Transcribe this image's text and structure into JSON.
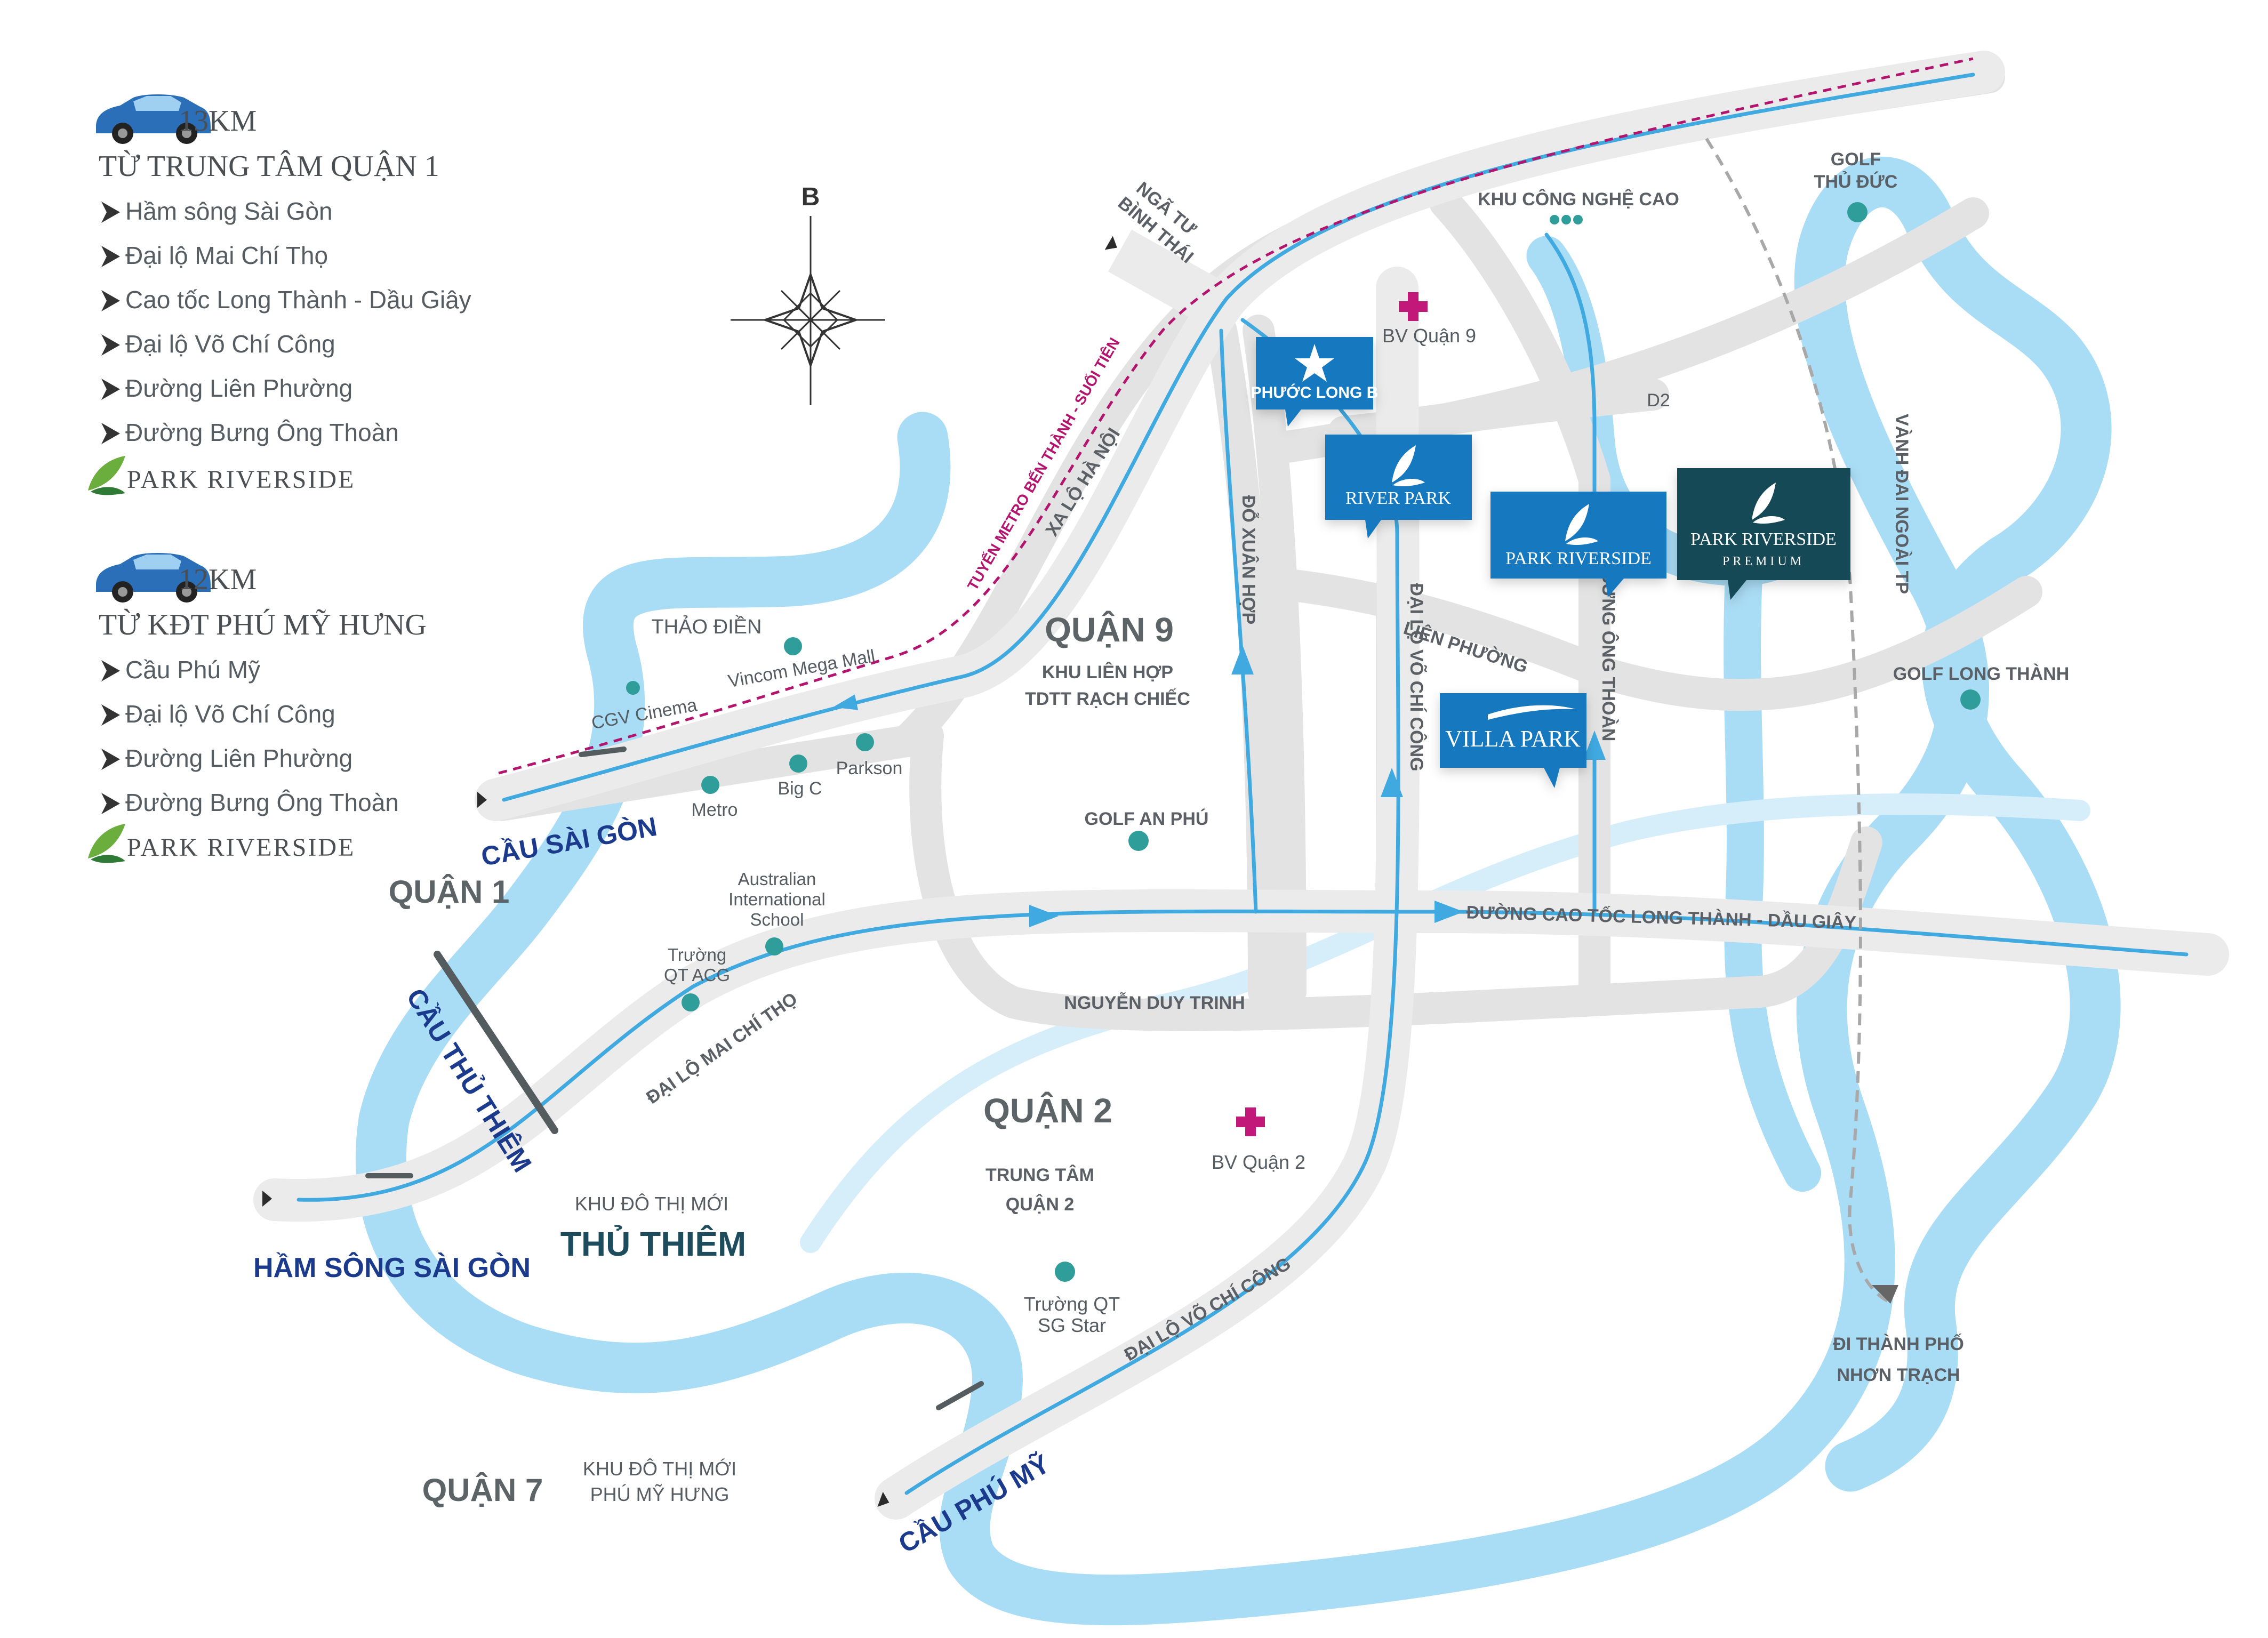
{
  "legend": {
    "group1": {
      "distance": "13KM",
      "title": "TỪ TRUNG TÂM QUẬN 1",
      "items": [
        "Hầm sông Sài Gòn",
        "Đại lộ Mai Chí Thọ",
        "Cao tốc Long Thành - Dầu Giây",
        "Đại lộ Võ Chí Công",
        "Đường Liên Phường",
        "Đường Bưng Ông Thoàn"
      ],
      "destination": "PARK RIVERSIDE"
    },
    "group2": {
      "distance": "12KM",
      "title": "TỪ KĐT PHÚ MỸ HƯNG",
      "items": [
        "Cầu Phú Mỹ",
        "Đại lộ Võ Chí Công",
        "Đường Liên Phường",
        "Đường Bưng Ông Thoàn"
      ],
      "destination": "PARK RIVERSIDE"
    }
  },
  "compass": {
    "north": "B"
  },
  "districts": {
    "q9": "QUẬN 9",
    "q1": "QUẬN 1",
    "q2": "QUẬN 2",
    "q7": "QUẬN 7",
    "thu_thiem": "THỦ THIÊM"
  },
  "bridges": {
    "cau_sai_gon": "CẦU SÀI GÒN",
    "cau_thu_thiem": "CẦU THỦ THIÊM",
    "ham_song": "HẦM SÔNG SÀI GÒN",
    "cau_phu_my": "CẦU PHÚ MỸ"
  },
  "roads": {
    "xa_lo": "XA LỘ HÀ NỘI",
    "metro": "TUYẾN METRO BẾN THÀNH - SUỐI TIÊN",
    "nga_tu": "NGÃ TƯ BÌNH THÁI",
    "do_xuan_hop": "ĐỖ XUÂN HỢP",
    "vo_chi_cong_n": "ĐẠI LỘ VÕ CHÍ CÔNG",
    "lien_phuong": "LIÊN PHƯỜNG",
    "bung_ong_thoan": "BƯNG ÔNG THOÀN",
    "d2": "D2",
    "vanh_dai": "VÀNH ĐAI NGOÀI TP",
    "cao_toc": "ĐƯỜNG CAO TỐC LONG THÀNH - DẦU GIÂY",
    "nguyen_duy_trinh": "NGUYỄN DUY TRINH",
    "mai_chi_tho": "ĐẠI LỘ MAI CHÍ THỌ",
    "vo_chi_cong_s": "ĐẠI LỘ VÕ CHÍ CÔNG"
  },
  "places": {
    "thao_dien": "THẢO ĐIỀN",
    "vincom": "Vincom Mega Mall",
    "cgv": "CGV Cinema",
    "big_c": "Big C",
    "parkson": "Parkson",
    "metro": "Metro",
    "ais1": "Australian",
    "ais2": "International",
    "ais3": "School",
    "acg1": "Trường",
    "acg2": "QT ACG",
    "khu_lien_hop1": "KHU LIÊN HỢP",
    "khu_lien_hop2": "TDTT RẠCH CHIẾC",
    "golf_an_phu": "GOLF AN PHÚ",
    "bv_q9": "BV Quận 9",
    "bv_q2": "BV Quận 2",
    "khu_cong_nghe": "KHU CÔNG NGHỆ CAO",
    "golf_thu_duc1": "GOLF",
    "golf_thu_duc2": "THỦ ĐỨC",
    "golf_long_thanh": "GOLF LONG THÀNH",
    "trung_tam_q2_1": "TRUNG TÂM",
    "trung_tam_q2_2": "QUẬN 2",
    "kdt_thu_thiem": "KHU ĐÔ THỊ MỚI",
    "sg_star1": "Trường QT",
    "sg_star2": "SG Star",
    "pmh1": "KHU ĐÔ THỊ MỚI",
    "pmh2": "PHÚ MỸ HƯNG",
    "nhon_trach1": "ĐI THÀNH PHỐ",
    "nhon_trach2": "NHƠN TRẠCH"
  },
  "projects": {
    "phuoc_long_b": "PHƯỚC LONG B",
    "river_park": "RIVER PARK",
    "park_riverside": "PARK RIVERSIDE",
    "premium_name": "PARK RIVERSIDE",
    "premium_sub": "PREMIUM",
    "villa_park": "VILLA PARK"
  },
  "colors": {
    "river": "#a9dcf5",
    "road": "#ebebeb",
    "route_line": "#3fa9e0",
    "marker_blue": "#1878bf",
    "marker_dark": "#184a57",
    "poi_dot": "#2f9e9a",
    "hospital": "#c2187a",
    "metro_line": "#b3146e",
    "bridge_text": "#1b3a8c"
  }
}
